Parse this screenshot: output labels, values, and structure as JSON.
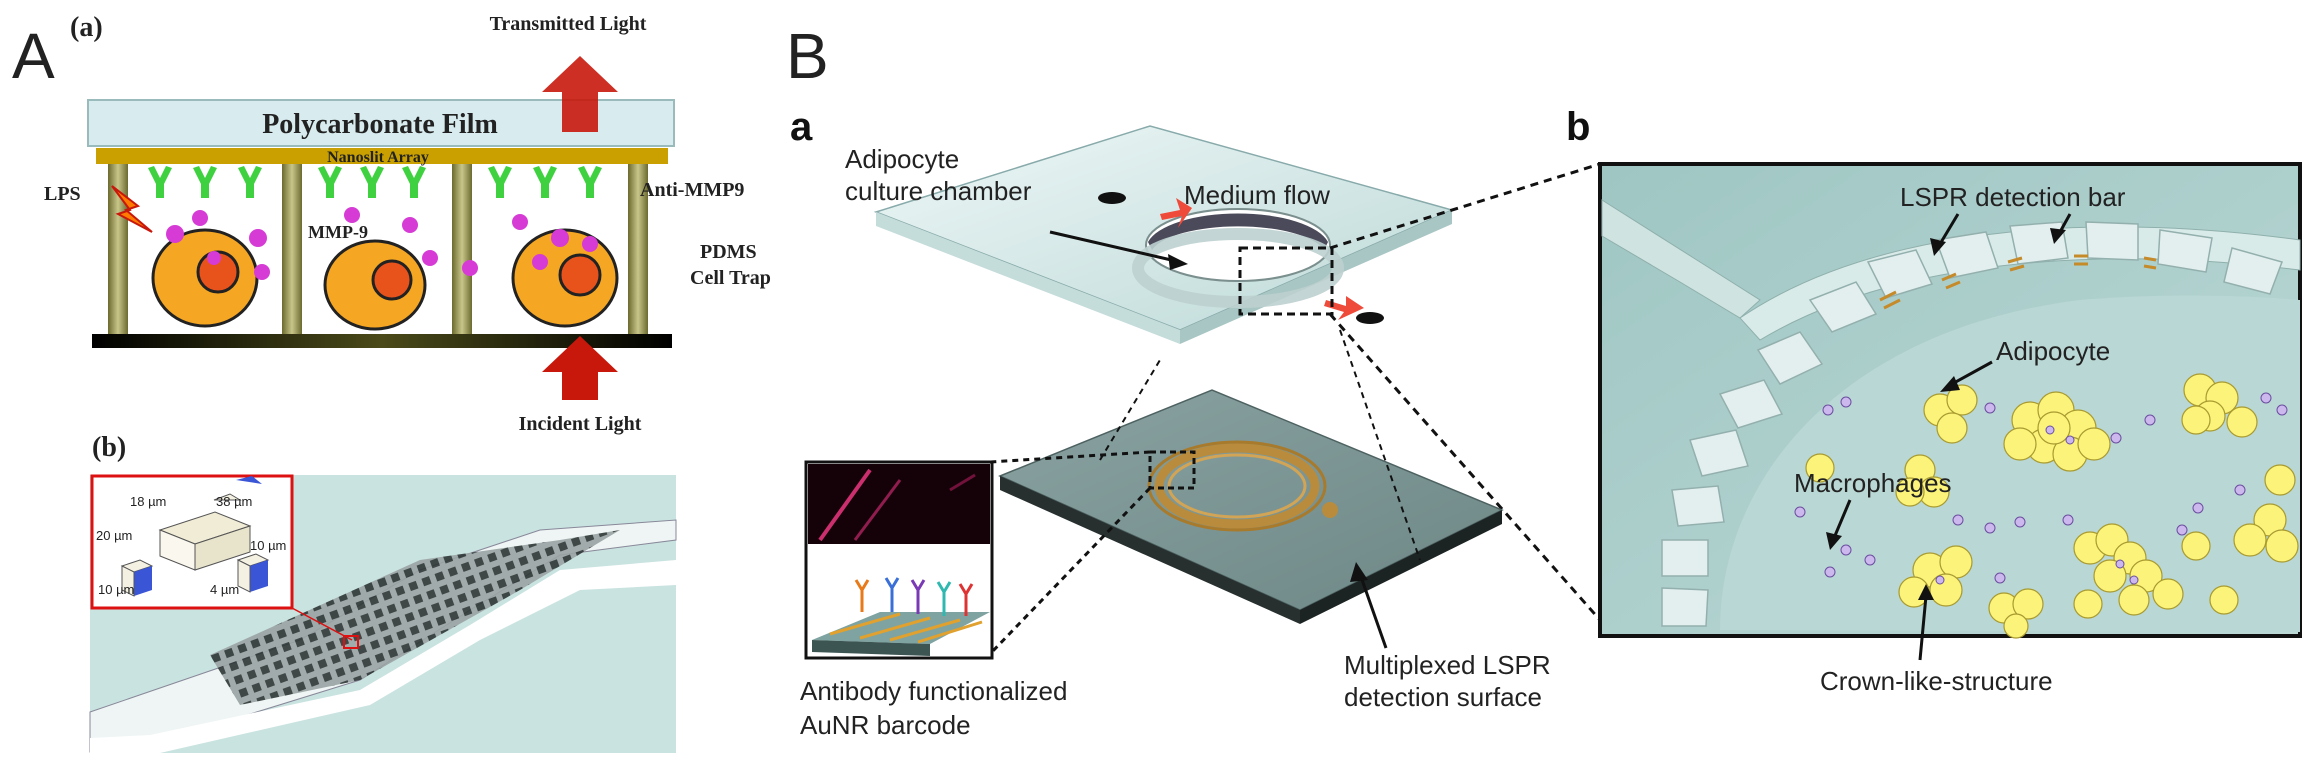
{
  "panel_A": {
    "letter": "A",
    "sub_a": {
      "label": "(a)",
      "film": "Polycarbonate Film",
      "nanoslit": "Nanoslit Array",
      "transmitted": "Transmitted Light",
      "incident": "Incident Light",
      "lps": "LPS",
      "anti_mmp9": "Anti-MMP9",
      "mmp9": "MMP-9",
      "pdms_line1": "PDMS",
      "pdms_line2": "Cell Trap"
    },
    "sub_b": {
      "label": "(b)",
      "dims": [
        "18 µm",
        "38 µm",
        "20 µm",
        "10 µm",
        "10 µm",
        "4 µm"
      ]
    }
  },
  "panel_B": {
    "letter": "B",
    "sub_a": {
      "label": "a",
      "chamber_line1": "Adipocyte",
      "chamber_line2": "culture chamber",
      "medium_flow": "Medium flow",
      "antibody_line1": "Antibody functionalized",
      "antibody_line2": "AuNR barcode",
      "surface_line1": "Multiplexed LSPR",
      "surface_line2": "detection surface"
    },
    "sub_b": {
      "label": "b",
      "lspr_bar": "LSPR detection bar",
      "adipocyte": "Adipocyte",
      "macrophages": "Macrophages",
      "crown": "Crown-like-structure"
    }
  },
  "colors": {
    "film": "#d8ecef",
    "nanoslit": "#c9a000",
    "antibody": "#3fd13f",
    "cell": "#f5a623",
    "nucleus": "#e8531b",
    "mmp9_dot": "#d63bd6",
    "arrow": "#c8180c",
    "chip": "#cfe6e4",
    "chip_dark": "#7e9a98",
    "adipocyte": "#fbf37a"
  }
}
